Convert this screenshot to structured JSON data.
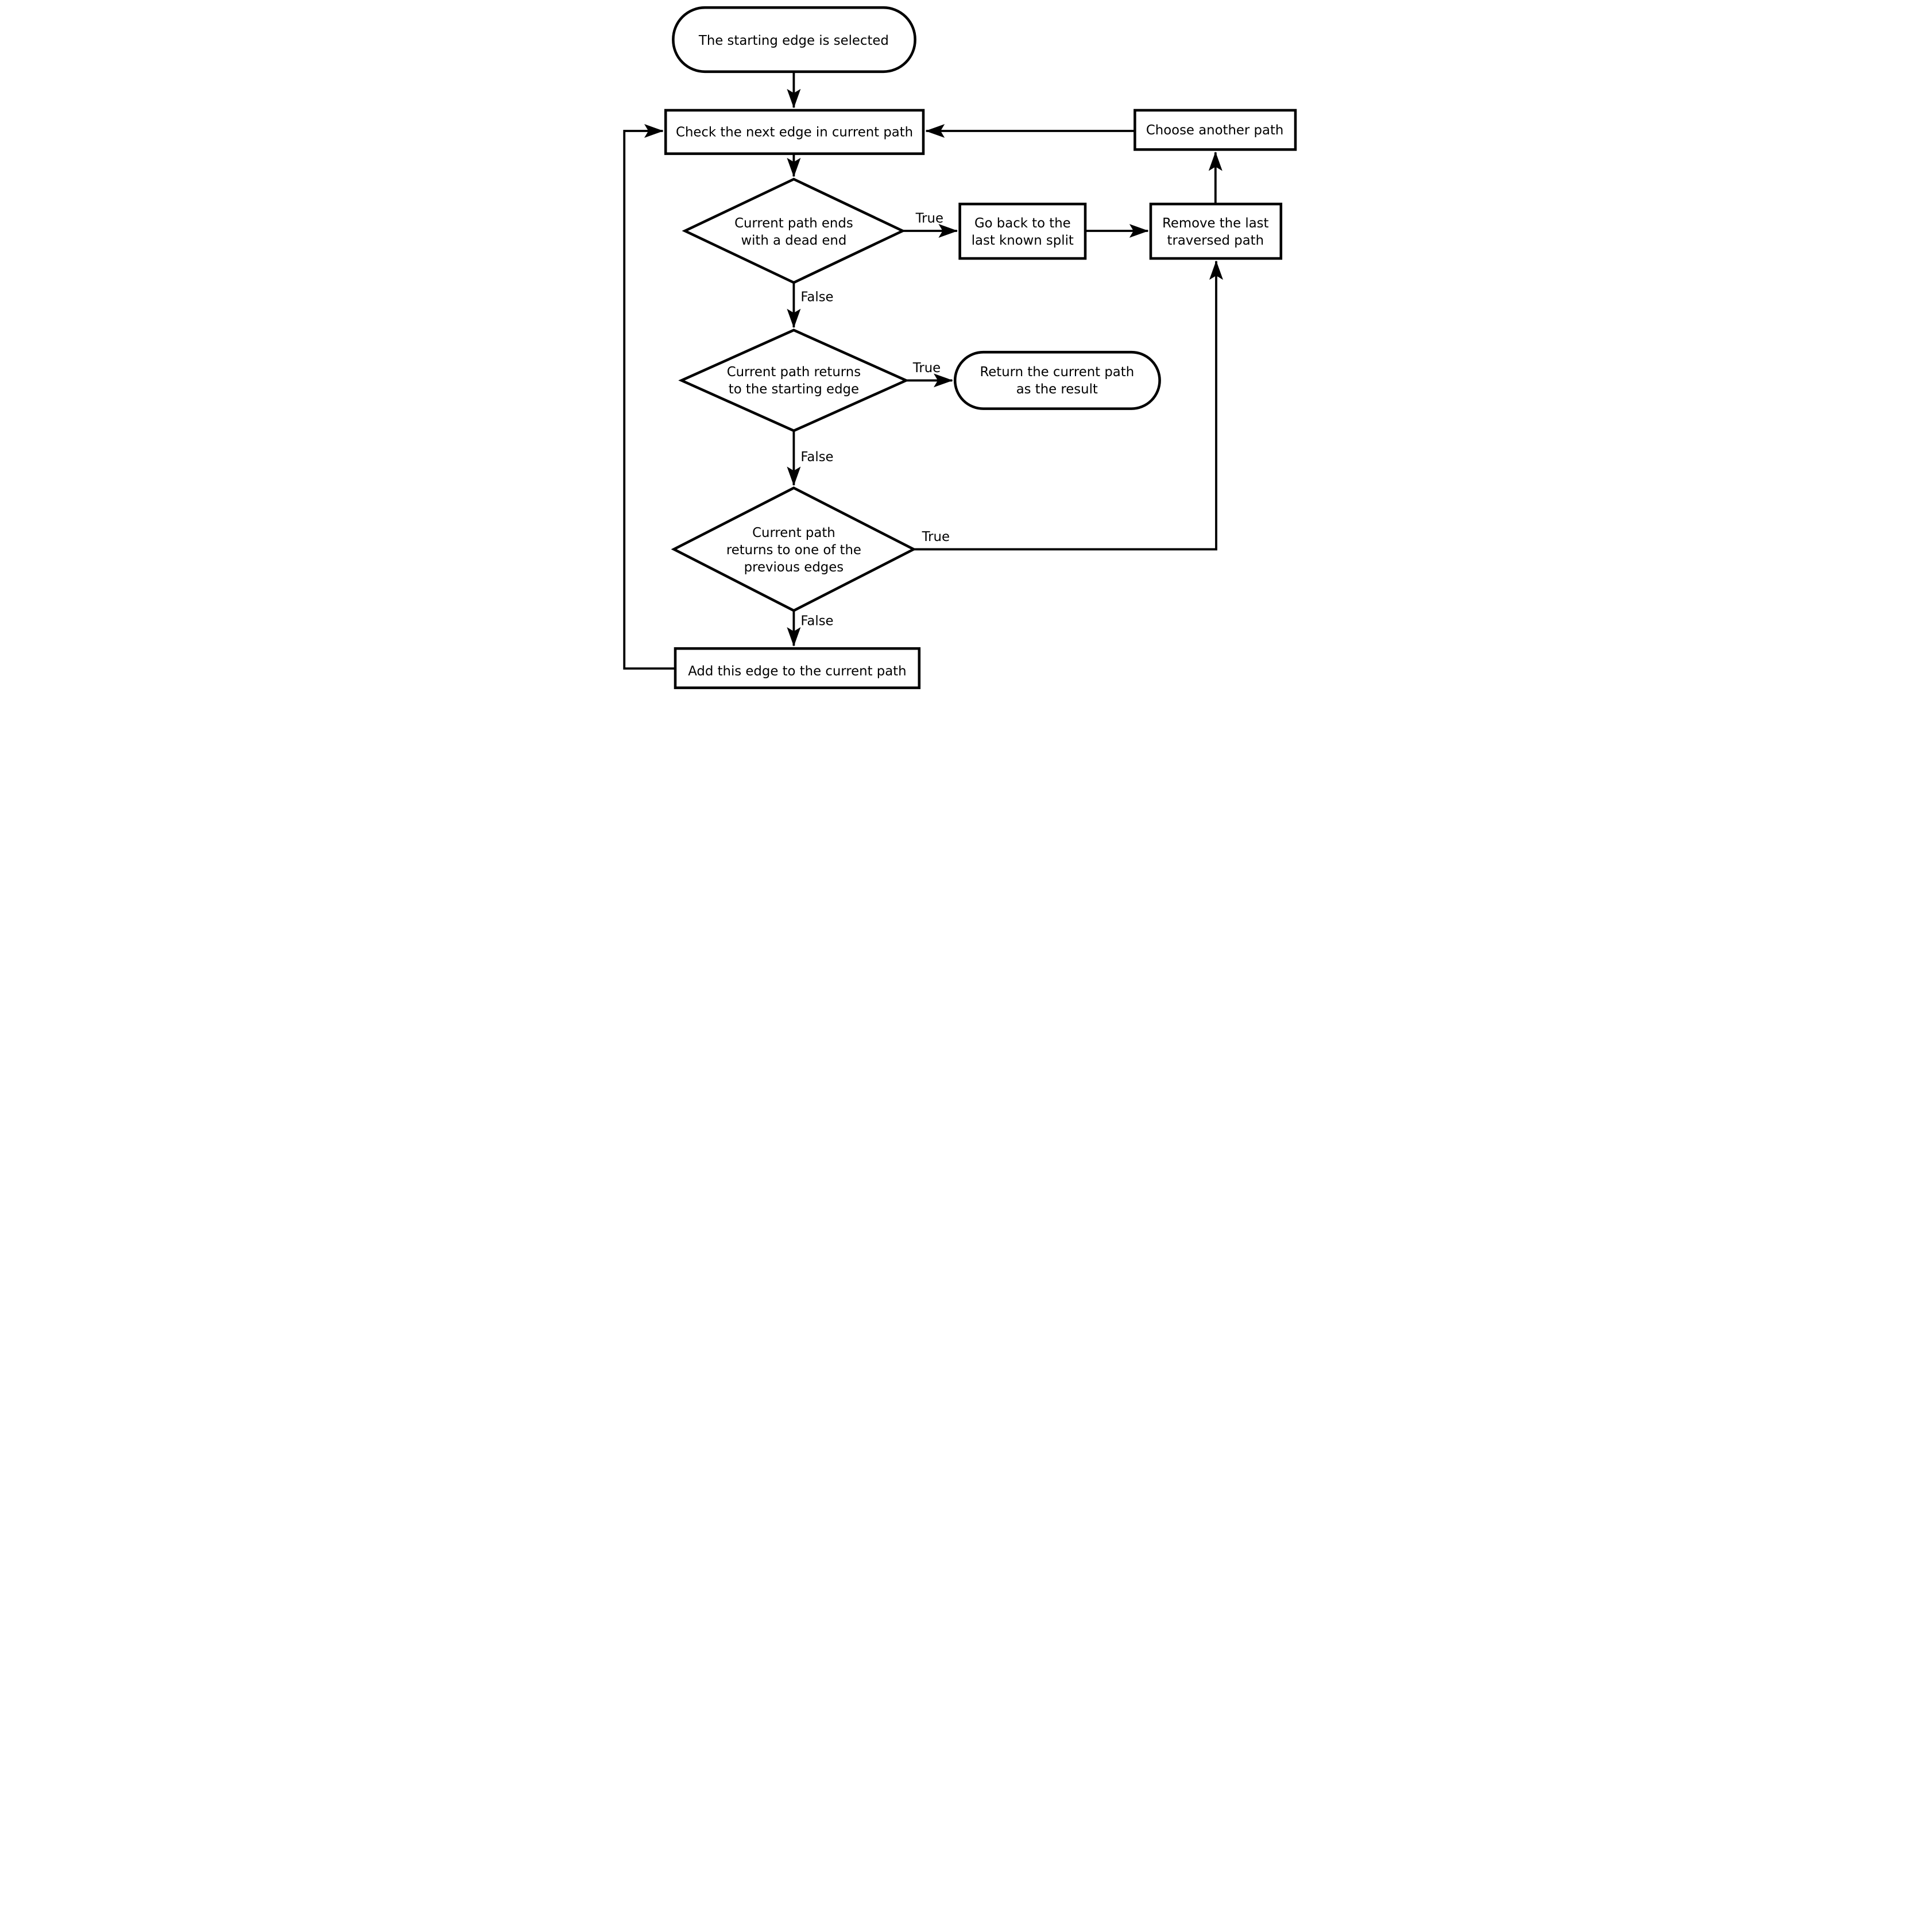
{
  "diagram": {
    "background_color": "#ffffff",
    "line_color": "#000000",
    "text_color": "#000000",
    "nodes": [
      {
        "id": "start",
        "shape": "terminator",
        "lines": [
          "The starting edge is selected"
        ]
      },
      {
        "id": "check",
        "shape": "process",
        "lines": [
          "Check the next edge in current path"
        ]
      },
      {
        "id": "dead_end",
        "shape": "decision",
        "lines": [
          "Current path ends",
          "with a dead end"
        ]
      },
      {
        "id": "go_back",
        "shape": "process",
        "lines": [
          "Go back to the",
          "last known split"
        ]
      },
      {
        "id": "remove_last",
        "shape": "process",
        "lines": [
          "Remove the last",
          "traversed path"
        ]
      },
      {
        "id": "choose_another",
        "shape": "process",
        "lines": [
          "Choose another path"
        ]
      },
      {
        "id": "returns_start",
        "shape": "decision",
        "lines": [
          "Current path returns",
          "to the starting edge"
        ]
      },
      {
        "id": "return_result",
        "shape": "terminator",
        "lines": [
          "Return the current path",
          "as the result"
        ]
      },
      {
        "id": "returns_prev",
        "shape": "decision",
        "lines": [
          "Current path",
          "returns to one of the",
          "previous edges"
        ]
      },
      {
        "id": "add_edge",
        "shape": "process",
        "lines": [
          "Add this edge to the current path"
        ]
      }
    ],
    "edges": [
      {
        "from": "start",
        "to": "check",
        "label": ""
      },
      {
        "from": "check",
        "to": "dead_end",
        "label": ""
      },
      {
        "from": "dead_end",
        "to": "go_back",
        "label": "True"
      },
      {
        "from": "go_back",
        "to": "remove_last",
        "label": ""
      },
      {
        "from": "remove_last",
        "to": "choose_another",
        "label": ""
      },
      {
        "from": "choose_another",
        "to": "check",
        "label": ""
      },
      {
        "from": "dead_end",
        "to": "returns_start",
        "label": "False"
      },
      {
        "from": "returns_start",
        "to": "return_result",
        "label": "True"
      },
      {
        "from": "returns_start",
        "to": "returns_prev",
        "label": "False"
      },
      {
        "from": "returns_prev",
        "to": "remove_last",
        "label": "True"
      },
      {
        "from": "returns_prev",
        "to": "add_edge",
        "label": "False"
      },
      {
        "from": "add_edge",
        "to": "check",
        "label": ""
      }
    ]
  }
}
